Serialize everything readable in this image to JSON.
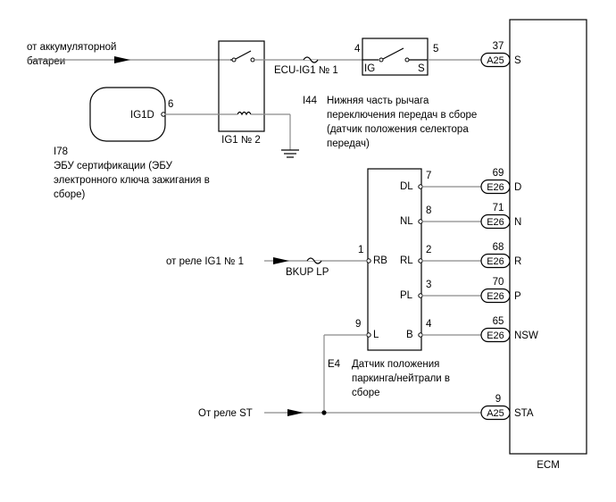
{
  "sources": {
    "battery": [
      "от аккумуляторной",
      "батареи"
    ],
    "relay_ig1": "от реле IG1 № 1",
    "relay_st": "От реле ST"
  },
  "components": {
    "cert_ecu": {
      "pin_label": "IG1D",
      "pin_no": "6",
      "code": "I78",
      "desc": [
        "ЭБУ сертификации (ЭБУ",
        "электронного ключа зажигания в",
        "сборе)"
      ]
    },
    "ig1_relay": {
      "label": "IG1 № 2"
    },
    "fuse_ecu": {
      "label": "ECU-IG1 № 1"
    },
    "fuse_bkup": {
      "label": "BKUP LP"
    },
    "shift_lever": {
      "pin_in": "4",
      "pin_out": "5",
      "ig": "IG",
      "s": "S",
      "code": "I44",
      "desc": [
        "Нижняя часть рычага",
        "переключения передач в сборе",
        "(датчик положения селектора",
        "передач)"
      ]
    },
    "pn_switch": {
      "code": "E4",
      "desc": [
        "Датчик положения",
        "паркинга/нейтрали в",
        "сборе"
      ],
      "left_pins": [
        {
          "no": "1",
          "label": "RB"
        },
        {
          "no": "9",
          "label": "L"
        }
      ],
      "right_pins": [
        {
          "no": "7",
          "label": "DL"
        },
        {
          "no": "8",
          "label": "NL"
        },
        {
          "no": "2",
          "label": "RL"
        },
        {
          "no": "3",
          "label": "PL"
        },
        {
          "no": "4",
          "label": "B"
        }
      ]
    },
    "ecm": {
      "label": "ECM",
      "pins": [
        {
          "no": "37",
          "conn": "A25",
          "signal": "S"
        },
        {
          "no": "69",
          "conn": "E26",
          "signal": "D"
        },
        {
          "no": "71",
          "conn": "E26",
          "signal": "N"
        },
        {
          "no": "68",
          "conn": "E26",
          "signal": "R"
        },
        {
          "no": "70",
          "conn": "E26",
          "signal": "P"
        },
        {
          "no": "65",
          "conn": "E26",
          "signal": "NSW"
        },
        {
          "no": "9",
          "conn": "A25",
          "signal": "STA"
        }
      ]
    }
  }
}
